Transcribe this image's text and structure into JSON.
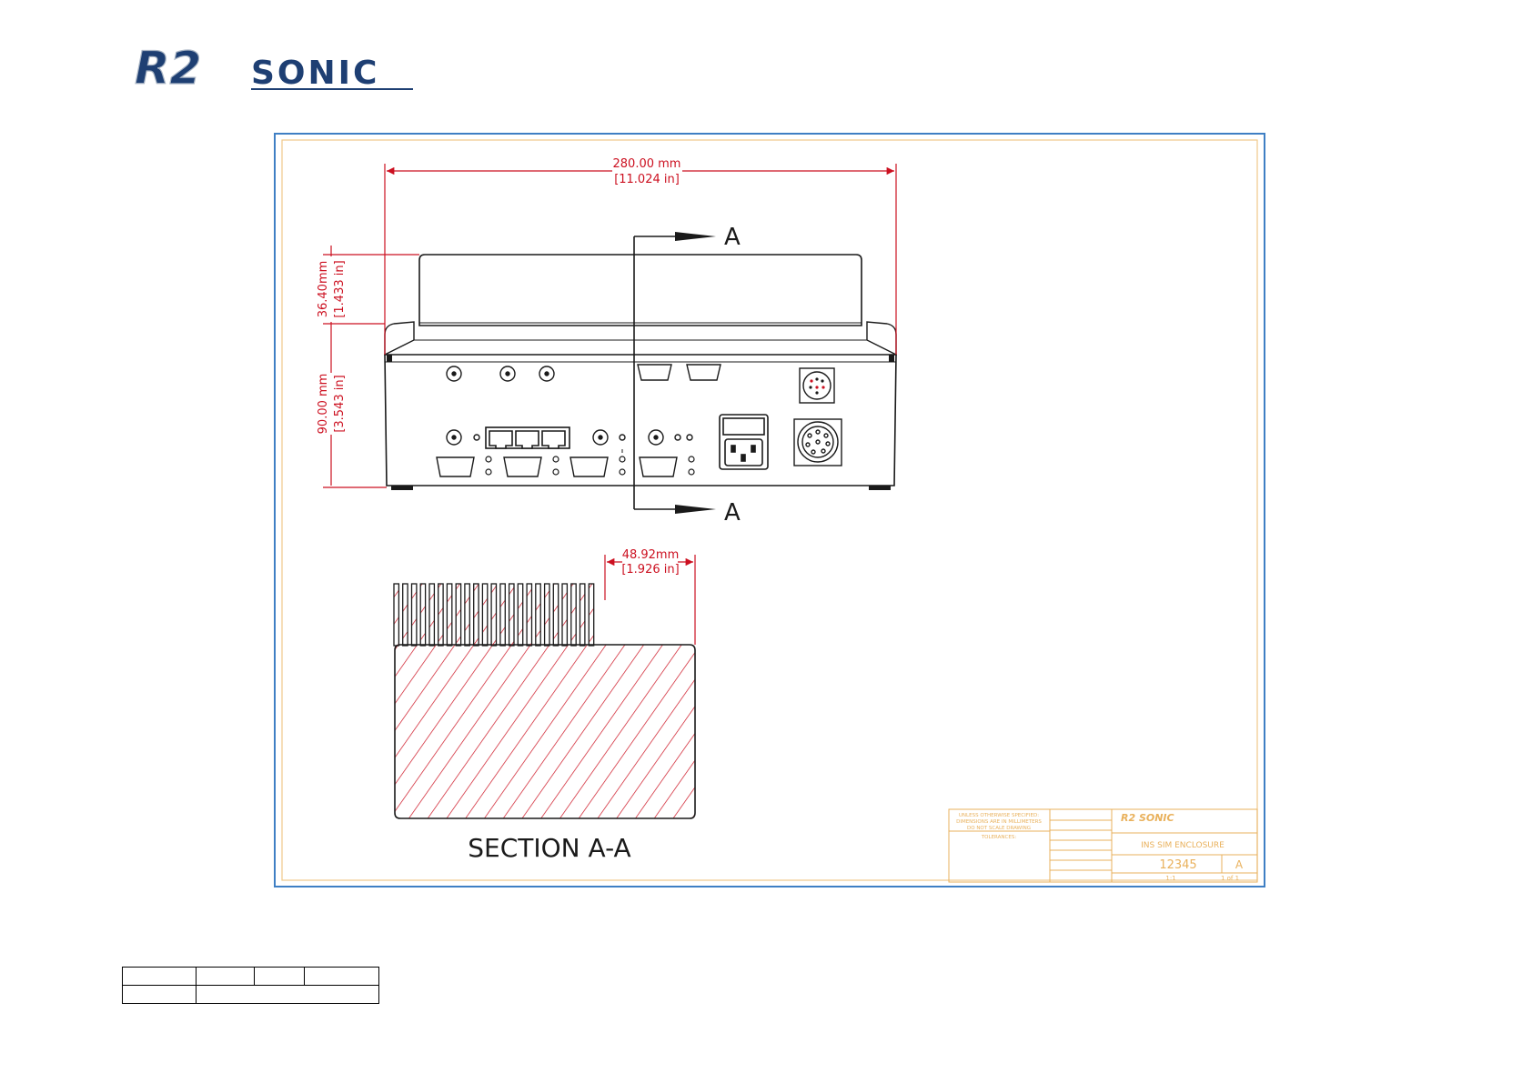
{
  "logo": {
    "primary": "R2",
    "secondary": "SONIC"
  },
  "colors": {
    "dimension": "#cc1020",
    "outline": "#1a1a1a",
    "sheet_border": "#3f7fc4",
    "title_block": "#e9b15c",
    "logo_blue": "#1e3f73",
    "logo_gray": "#a8b4c4"
  },
  "dimensions": {
    "width_mm": "280.00 mm",
    "width_in": "[11.024 in]",
    "height_top_mm": "36.40mm",
    "height_top_in": "[1.433 in]",
    "height_body_mm": "90.00 mm",
    "height_body_in": "[3.543 in]",
    "fin_mm": "48.92mm",
    "fin_in": "[1.926 in]"
  },
  "section": {
    "marker": "A",
    "title": "SECTION A-A"
  },
  "title_block": {
    "notes": [
      "UNLESS OTHERWISE SPECIFIED:",
      "DIMENSIONS ARE IN MILLIMETERS",
      "DO NOT SCALE DRAWING"
    ],
    "tolerances": "TOLERANCES:",
    "company": "R2 SONIC",
    "title": "INS SIM ENCLOSURE",
    "drawing_number": "12345",
    "revision": "A",
    "scale": "1:1",
    "sheet": "1 of 1"
  }
}
